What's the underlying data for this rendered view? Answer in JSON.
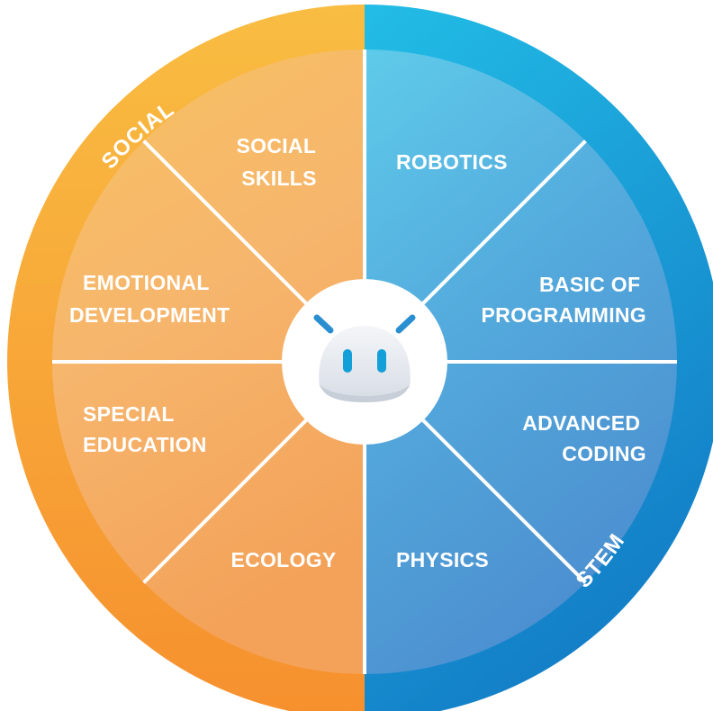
{
  "ring": {
    "left_label": "SOCIAL",
    "right_label": "STEM",
    "left_color": "#F7A33A",
    "right_color": "#139FD8"
  },
  "segments": {
    "social_skills": [
      "SOCIAL",
      "SKILLS"
    ],
    "emotional_development": [
      "EMOTIONAL",
      "DEVELOPMENT"
    ],
    "special_education": [
      "SPECIAL",
      "EDUCATION"
    ],
    "ecology": [
      "ECOLOGY"
    ],
    "robotics": [
      "ROBOTICS"
    ],
    "basic_programming": [
      "BASIC OF",
      "PROGRAMMING"
    ],
    "advanced_coding": [
      "ADVANCED",
      "CODING"
    ],
    "physics": [
      "PHYSICS"
    ]
  },
  "center": {
    "icon": "robot-head-icon",
    "eye_color": "#139FD8",
    "antenna_color": "#2A8FD0"
  }
}
